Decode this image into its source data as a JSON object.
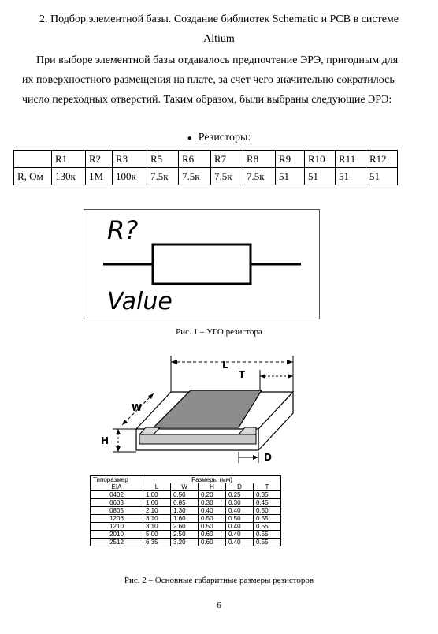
{
  "heading": {
    "line1": "2.  Подбор элементной базы. Создание библиотек Schematic и PCB в системе",
    "line2": "Altium"
  },
  "paragraph": [
    "При выборе элементной базы отдавалось предпочтение ЭРЭ, пригодным для",
    "их поверхностного размещения на плате, за счет чего значительно сократилось",
    "число переходных отверстий. Таким образом, были выбраны следующие ЭРЭ:"
  ],
  "bullet": "Резисторы:",
  "resistor_table": {
    "headers": [
      "",
      "R1",
      "R2",
      "R3",
      "R5",
      "R6",
      "R7",
      "R8",
      "R9",
      "R10",
      "R11",
      "R12"
    ],
    "row": [
      "R, Ом",
      "130к",
      "1М",
      "100к",
      "7.5к",
      "7.5к",
      "7.5к",
      "7.5к",
      "51",
      "51",
      "51",
      "51"
    ]
  },
  "figure1": {
    "designator": "R?",
    "value_label": "Value",
    "caption": "Рис. 1 – УГО резистора"
  },
  "figure2": {
    "labels": {
      "L": "L",
      "T": "T",
      "W": "W",
      "H": "H",
      "D": "D"
    },
    "table": {
      "header_left1": "Типоразмер",
      "header_left2": "EIA",
      "header_group": "Размеры (мм)",
      "columns": [
        "L",
        "W",
        "H",
        "D",
        "T"
      ],
      "rows": [
        [
          "0402",
          "1.00",
          "0.50",
          "0.20",
          "0.25",
          "0.35"
        ],
        [
          "0603",
          "1.60",
          "0.85",
          "0.30",
          "0.30",
          "0.45"
        ],
        [
          "0805",
          "2.10",
          "1.30",
          "0.40",
          "0.40",
          "0.50"
        ],
        [
          "1206",
          "3.10",
          "1.60",
          "0.50",
          "0.50",
          "0.55"
        ],
        [
          "1210",
          "3.10",
          "2.60",
          "0.50",
          "0.40",
          "0.55"
        ],
        [
          "2010",
          "5.00",
          "2.50",
          "0.60",
          "0.40",
          "0.55"
        ],
        [
          "2512",
          "6.35",
          "3.20",
          "0.60",
          "0.40",
          "0.55"
        ]
      ]
    },
    "caption": "Рис. 2 – Основные габаритные размеры резисторов"
  },
  "page_number": "6"
}
